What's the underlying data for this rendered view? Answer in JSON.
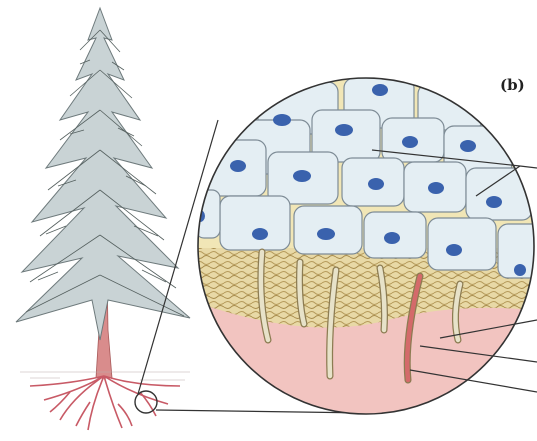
{
  "figure": {
    "panel_label": "(b)"
  },
  "colors": {
    "cell_fill": "#e4eef3",
    "cell_outline": "#7e8c96",
    "nucleus": "#3a62ad",
    "intercellular_matrix": "#f1e6b6",
    "hyphal_mantle": "#e8d9a6",
    "root_tissue": "#f2c4c0",
    "root_hair": "#e7e2c9",
    "tree_foliage": "#9aa6a8",
    "tree_trunk": "#d98c8c",
    "soil_roots": "#c85a66",
    "leader_lines": "#333333"
  },
  "icons": {
    "tree": "conifer-tree-illustration",
    "magnifier": "magnified-root-cross-section"
  }
}
